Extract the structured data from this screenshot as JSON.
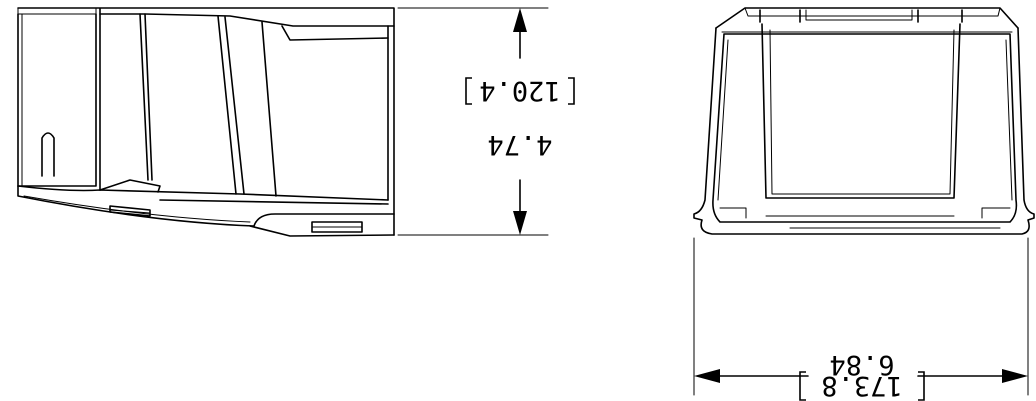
{
  "drawing": {
    "orientation": "rotated-180",
    "height_dimension": {
      "inches": "4.74",
      "millimeters": "120.4"
    },
    "width_dimension": {
      "inches": "6.84",
      "millimeters": "173.8"
    }
  }
}
